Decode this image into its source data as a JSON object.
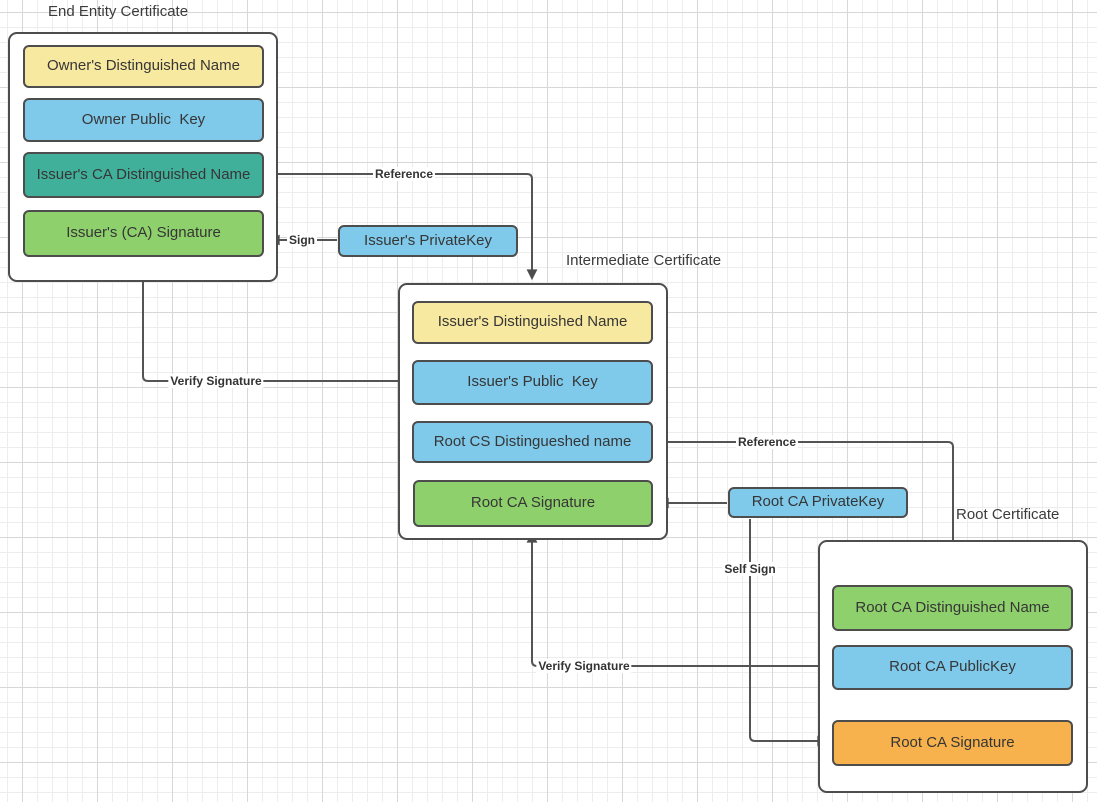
{
  "diagram": {
    "groups": [
      {
        "title": "End Entity Certificate",
        "fields": [
          {
            "label": "Owner's Distinguished Name",
            "color": "#F8E9A1"
          },
          {
            "label": "Owner Public  Key",
            "color": "#7FC9EA"
          },
          {
            "label": "Issuer's CA Distinguished Name",
            "color": "#41B09A"
          },
          {
            "label": "Issuer's (CA) Signature",
            "color": "#8ED06C"
          }
        ]
      },
      {
        "title": "Intermediate Certificate",
        "fields": [
          {
            "label": "Issuer's Distinguished Name",
            "color": "#F8E9A1"
          },
          {
            "label": "Issuer's Public  Key",
            "color": "#7FC9EA"
          },
          {
            "label": "Root CS Distingueshed name",
            "color": "#7FC9EA"
          },
          {
            "label": "Root CA Signature",
            "color": "#8ED06C"
          }
        ]
      },
      {
        "title": "Root Certificate",
        "fields": [
          {
            "label": "Root CA Distinguished Name",
            "color": "#8ED06C"
          },
          {
            "label": "Root CA PublicKey",
            "color": "#7FC9EA"
          },
          {
            "label": "Root CA Signature",
            "color": "#F7B24D"
          }
        ]
      }
    ],
    "nodes": [
      {
        "label": "Issuer's PrivateKey",
        "color": "#7FC9EA"
      },
      {
        "label": "Root CA PrivateKey",
        "color": "#7FC9EA"
      }
    ],
    "edges": [
      {
        "name": "reference-end-entity-to-intermediate",
        "label": "Reference"
      },
      {
        "name": "sign-issuer-key-to-signature",
        "label": "Sign"
      },
      {
        "name": "verify-signature-intermediate-to-end-entity",
        "label": "Verify Signature"
      },
      {
        "name": "reference-intermediate-to-root",
        "label": "Reference"
      },
      {
        "name": "self-sign-root-key-to-root-signature",
        "label": "Self Sign"
      },
      {
        "name": "verify-signature-root-to-intermediate",
        "label": "Verify Signature"
      }
    ],
    "colors": {
      "field_yellow": "#F8E9A1",
      "field_blue": "#7FC9EA",
      "field_teal": "#41B09A",
      "field_green": "#8ED06C",
      "field_orange": "#F7B24D",
      "shape_border": "#4d4d4d",
      "connector_line": "#545454",
      "text": "#363636",
      "grid_minor": "#ededed",
      "grid_major": "#d7d7d7"
    }
  }
}
